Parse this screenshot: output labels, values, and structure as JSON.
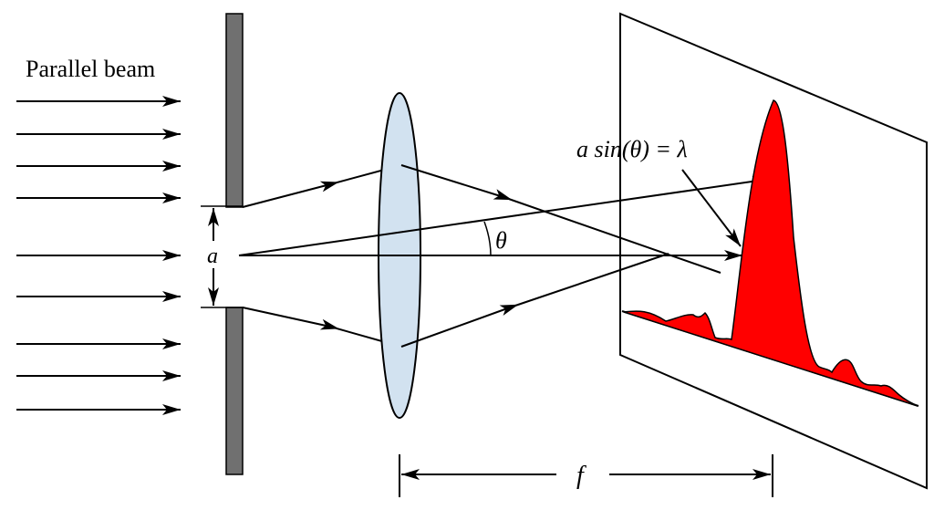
{
  "labels": {
    "beam": "Parallel beam",
    "slit_width": "a",
    "angle": "θ",
    "condition": "a sin(θ) = λ",
    "focal_length": "f"
  },
  "colors": {
    "barrier": "#707070",
    "lens_fill": "#d2e2f0",
    "pattern_fill": "#ff0000",
    "line": "#000000"
  }
}
